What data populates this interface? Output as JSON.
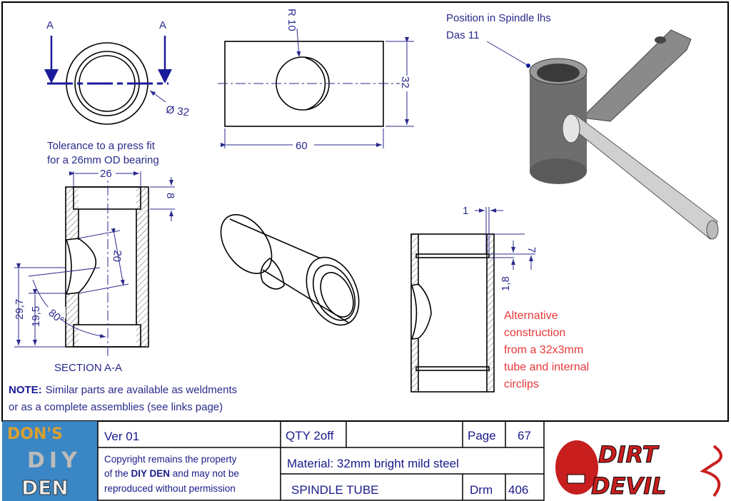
{
  "views": {
    "end_view": {
      "section_label_left": "A",
      "section_label_right": "A",
      "diameter": "Ø 32"
    },
    "side_view": {
      "radius": "R 10",
      "height": "32",
      "length": "60"
    },
    "section": {
      "tolerance_note_line1": "Tolerance to a press fit",
      "tolerance_note_line2": "for a 26mm OD bearing",
      "bore": "26",
      "counterbore_depth": "8",
      "hole_width": "20",
      "overall_offset": "29,7",
      "hole_offset": "19,5",
      "angle": "80°",
      "title": "SECTION A-A"
    },
    "alt_section": {
      "groove_width": "1",
      "groove_depth": "1,8",
      "groove_offset": "7"
    },
    "alt_note": [
      "Alternative",
      "construction",
      "from a 32x3mm",
      "tube and internal",
      "circlips"
    ],
    "position_note": [
      "Position in Spindle lhs",
      "Das 11"
    ],
    "note": {
      "label": "NOTE:",
      "line1": "Similar parts are available as weldments",
      "line2": "or as a complete assemblies (see links page)"
    }
  },
  "title_block": {
    "logo_left": "DON'S DIY DEN",
    "version": "Ver   01",
    "qty": "QTY 2off",
    "page_label": "Page",
    "page": "67",
    "copyright_line1": "Copyright remains the property",
    "copyright_line2_pre": "of the ",
    "copyright_brand": "DIY DEN",
    "copyright_line2_post": " and may not be",
    "copyright_line3": "reproduced without permission",
    "material": "Material: 32mm bright mild steel",
    "part_name": "SPINDLE TUBE",
    "drawing_label": "Drm",
    "drawing_number": "406",
    "logo_right": "DIRT DEVIL"
  },
  "colors": {
    "ink": "#2a2a8c",
    "note_red": "#e8383a",
    "title_ink": "#1a1a8a"
  }
}
